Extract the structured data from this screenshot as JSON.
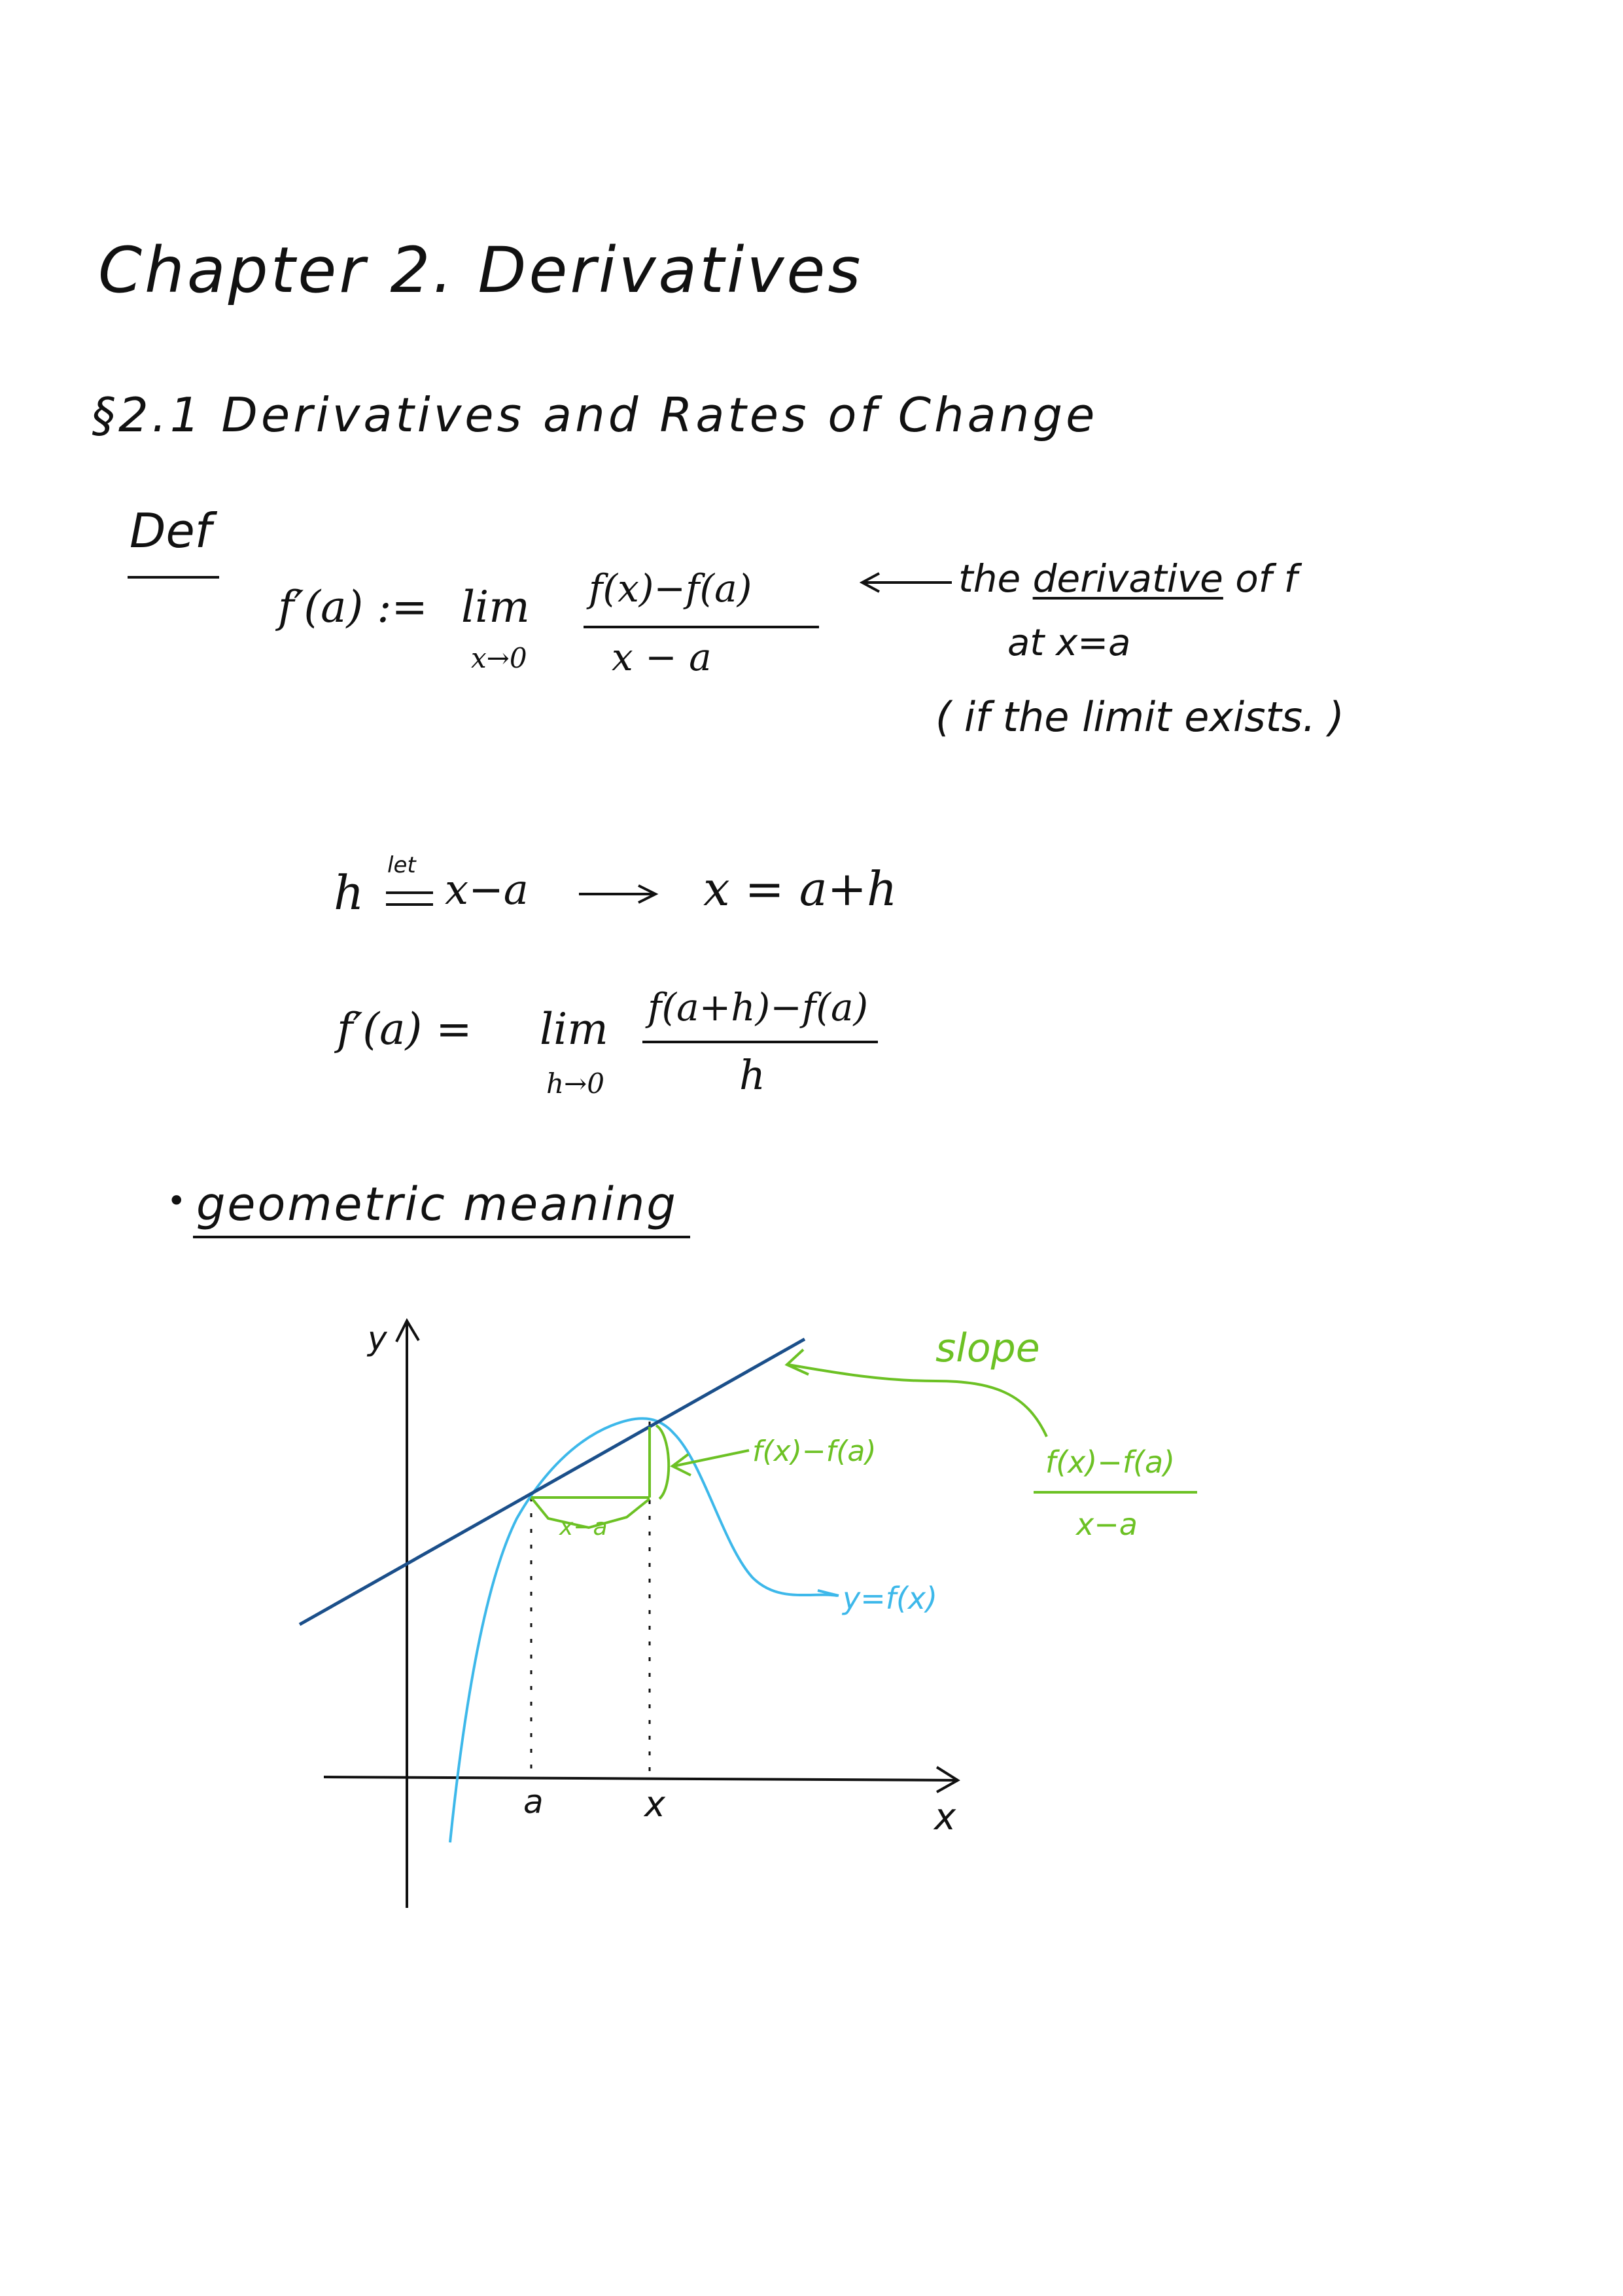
{
  "heading": {
    "chapter": "Chapter 2. Derivatives",
    "section": "§2.1 Derivatives and Rates of Change"
  },
  "definition": {
    "label": "Def",
    "lhs": "f′(a) :=",
    "lim": "lim",
    "lim_sub": "x→0",
    "numerator": "f(x)−f(a)",
    "denominator": "x − a",
    "note_prefix": "the ",
    "note_underlined": "derivative",
    "note_suffix": " of f",
    "note_line2": "at  x=a",
    "note_line3": "( if the limit exists. )"
  },
  "substitution": {
    "h": "h",
    "let": "let",
    "rhs": "x−a",
    "result": "x = a+h"
  },
  "alt_formula": {
    "lhs": "f′(a) =",
    "lim": "lim",
    "lim_sub": "h→0",
    "numerator": "f(a+h)−f(a)",
    "denominator": "h"
  },
  "geometric": {
    "bullet": "•",
    "title": "geometric  meaning"
  },
  "graph": {
    "y_axis_label": "y",
    "x_axis_label": "x",
    "tick_a": "a",
    "tick_x": "x",
    "label_slope": "slope",
    "label_rise": "f(x)−f(a)",
    "label_run": "x−a",
    "label_curve": "y=f(x)",
    "frac_num": "f(x)−f(a)",
    "frac_den": "x−a",
    "colors": {
      "ink": "#111111",
      "tangent": "#1b4f8a",
      "curve": "#3db8ea",
      "annotation": "#6cc124"
    }
  }
}
